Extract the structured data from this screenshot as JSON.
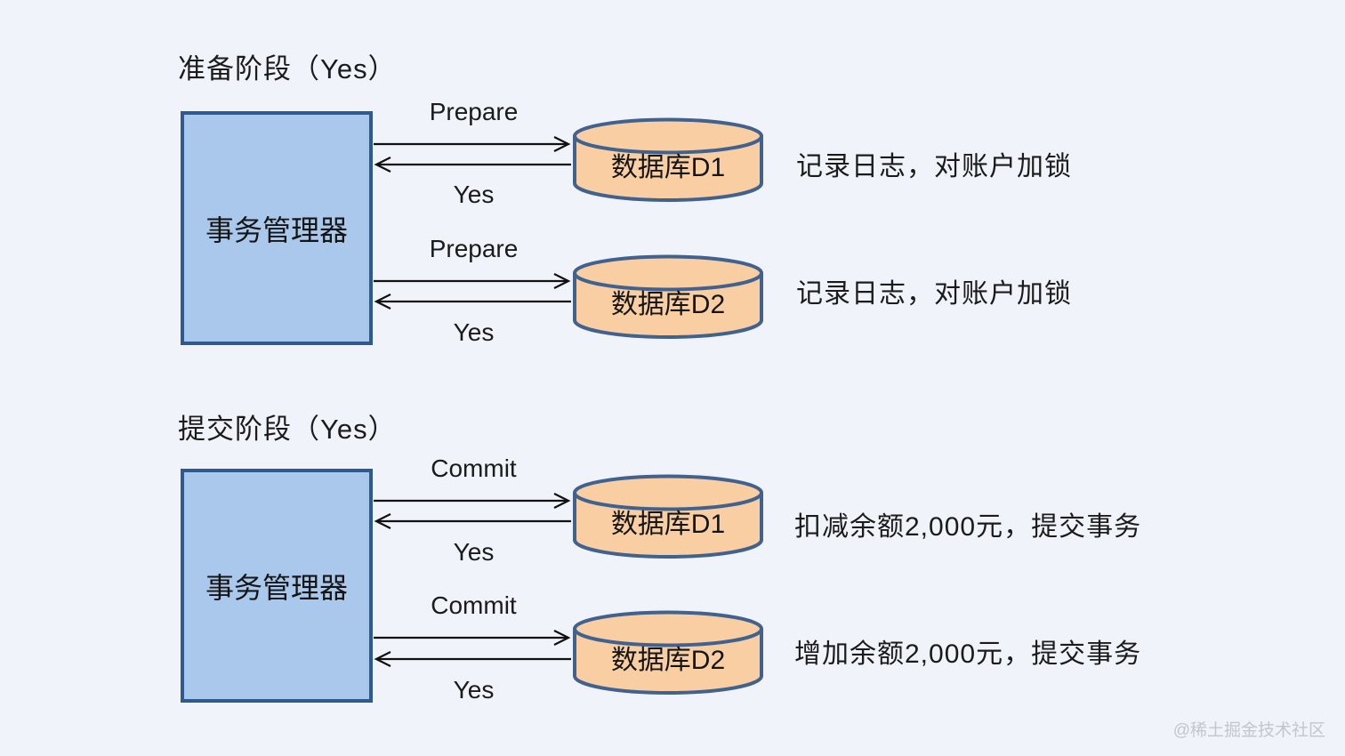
{
  "diagram": {
    "background_color": "#f0f3f9",
    "manager_fill": "#a9c8ec",
    "manager_border": "#2e5a8f",
    "database_fill": "#f9cea2",
    "database_border": "#41618f",
    "arrow_color": "#111111"
  },
  "phases": [
    {
      "title": "准备阶段（Yes）",
      "manager": "事务管理器",
      "rows": [
        {
          "request": "Prepare",
          "response": "Yes",
          "database": "数据库D1",
          "note": "记录日志，对账户加锁"
        },
        {
          "request": "Prepare",
          "response": "Yes",
          "database": "数据库D2",
          "note": "记录日志，对账户加锁"
        }
      ]
    },
    {
      "title": "提交阶段（Yes）",
      "manager": "事务管理器",
      "rows": [
        {
          "request": "Commit",
          "response": "Yes",
          "database": "数据库D1",
          "note": "扣减余额2,000元，提交事务"
        },
        {
          "request": "Commit",
          "response": "Yes",
          "database": "数据库D2",
          "note": "增加余额2,000元，提交事务"
        }
      ]
    }
  ],
  "watermark": "@稀土掘金技术社区"
}
